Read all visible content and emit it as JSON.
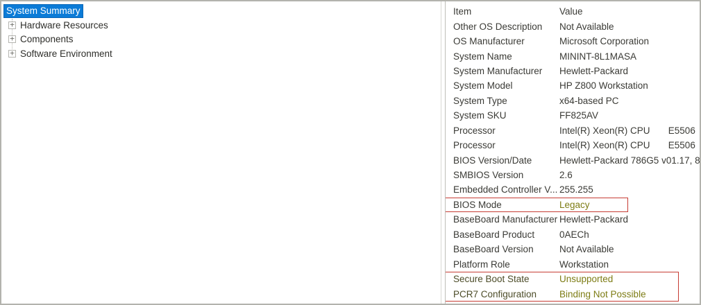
{
  "colors": {
    "selection_bg": "#0b7bd7",
    "selection_text": "#ffffff",
    "annotation_red": "#c63b33",
    "highlight_value": "#7d7c14",
    "highlight_label": "#4c4c28",
    "text": "#33332f"
  },
  "sidebar": {
    "selected": "System Summary",
    "items": [
      {
        "label": "Hardware Resources",
        "expand_icon": "plus-box-icon"
      },
      {
        "label": "Components",
        "expand_icon": "plus-box-icon"
      },
      {
        "label": "Software Environment",
        "expand_icon": "plus-box-icon"
      }
    ]
  },
  "table": {
    "headers": {
      "item": "Item",
      "value": "Value"
    },
    "rows": [
      {
        "item": "Other OS Description",
        "value": "Not Available"
      },
      {
        "item": "OS Manufacturer",
        "value": "Microsoft Corporation"
      },
      {
        "item": "System Name",
        "value": "MININT-8L1MASA"
      },
      {
        "item": "System Manufacturer",
        "value": "Hewlett-Packard"
      },
      {
        "item": "System Model",
        "value": "HP Z800 Workstation"
      },
      {
        "item": "System Type",
        "value": "x64-based PC"
      },
      {
        "item": "System SKU",
        "value": "FF825AV"
      },
      {
        "item": "Processor",
        "value": "Intel(R) Xeon(R) CPU       E5506"
      },
      {
        "item": "Processor",
        "value": "Intel(R) Xeon(R) CPU       E5506"
      },
      {
        "item": "BIOS Version/Date",
        "value": "Hewlett-Packard 786G5 v01.17, 8/"
      },
      {
        "item": "SMBIOS Version",
        "value": "2.6"
      },
      {
        "item": "Embedded Controller V...",
        "value": "255.255"
      },
      {
        "item": "BIOS Mode",
        "value": "Legacy",
        "value_highlighted": true,
        "annotated": "red-box"
      },
      {
        "item": "BaseBoard Manufacturer",
        "value": "Hewlett-Packard"
      },
      {
        "item": "BaseBoard Product",
        "value": "0AECh"
      },
      {
        "item": "BaseBoard Version",
        "value": "Not Available"
      },
      {
        "item": "Platform Role",
        "value": "Workstation"
      },
      {
        "item": "Secure Boot State",
        "value": "Unsupported",
        "value_highlighted": true,
        "label_highlighted": true,
        "annotated": "red-box"
      },
      {
        "item": "PCR7 Configuration",
        "value": "Binding Not Possible",
        "value_highlighted": true,
        "label_highlighted": true,
        "annotated": "red-box"
      }
    ]
  }
}
